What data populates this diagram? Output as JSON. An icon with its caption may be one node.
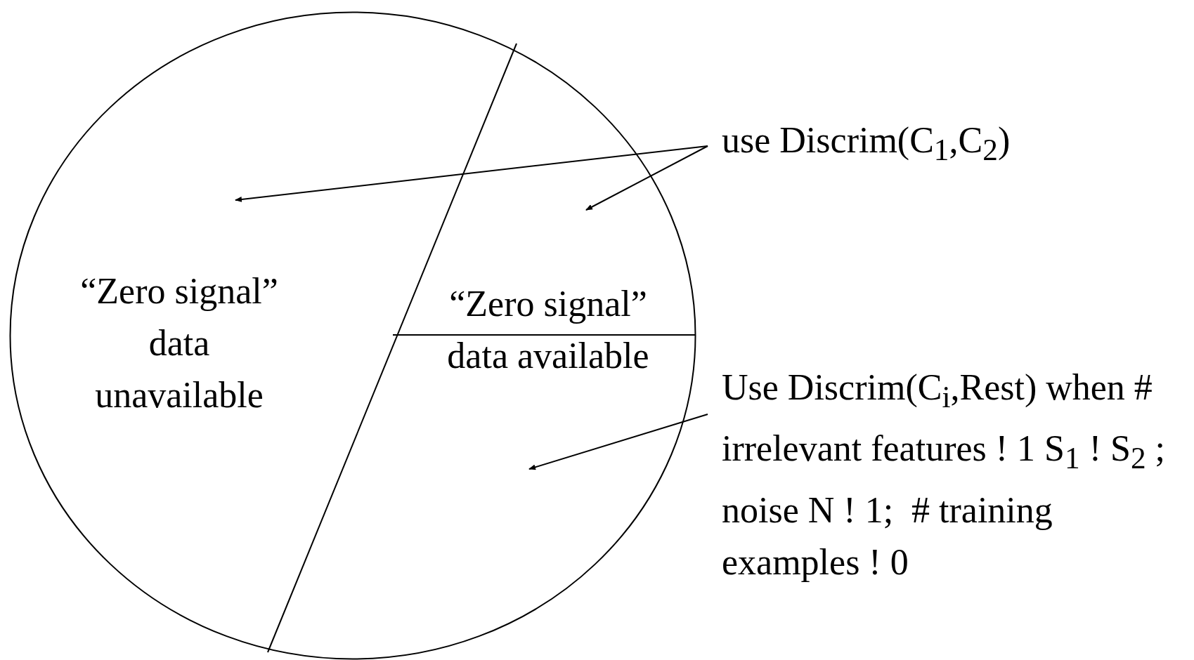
{
  "diagram": {
    "nodes": [
      {
        "text": [],
        "shape": "circle"
      },
      {
        "text": [
          "“Zero signal” data unavailable"
        ],
        "in": 0
      },
      {
        "text": [
          "“Zero signal” data available"
        ],
        "in": 0
      },
      {
        "text": [
          "use Discrim(C$_{1}$,C$_{2}$)"
        ]
      },
      {
        "text": [
          "Use Discrim(C$_{i}$,Rest) when # irrelevant features ! 1 S$_{1}$ ! S$_{2}$ ;   noise N ! 1;  # training examples ! 0"
        ]
      }
    ],
    "edges": [
      {
        "from": 3,
        "to": 1,
        "arrow": "to"
      },
      {
        "from": 3,
        "to": null,
        "arrow": "to"
      },
      {
        "from": 4,
        "to": null,
        "arrow": "to"
      }
    ]
  }
}
